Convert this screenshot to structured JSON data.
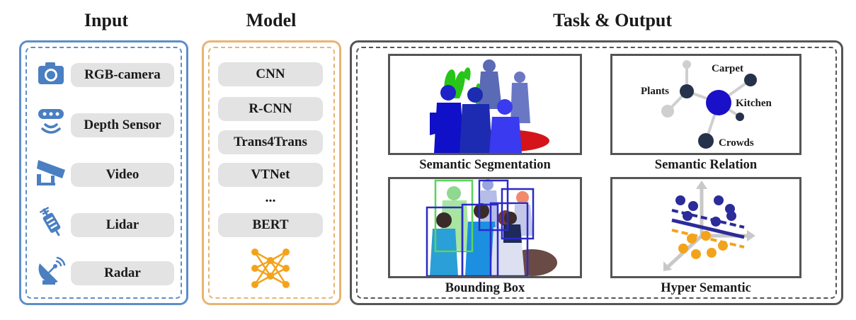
{
  "headers": {
    "input": "Input",
    "model": "Model",
    "task": "Task & Output"
  },
  "input": {
    "items": [
      {
        "label": "RGB-camera",
        "icon": "camera-icon"
      },
      {
        "label": "Depth Sensor",
        "icon": "depth-sensor-icon"
      },
      {
        "label": "Video",
        "icon": "video-camera-icon"
      },
      {
        "label": "Lidar",
        "icon": "lidar-icon"
      },
      {
        "label": "Radar",
        "icon": "radar-icon"
      }
    ]
  },
  "model": {
    "items": [
      "CNN",
      "R-CNN",
      "Trans4Trans",
      "VTNet"
    ],
    "ellipsis": "...",
    "last": "BERT",
    "icon": "neural-network-icon"
  },
  "tasks": {
    "segmentation": "Semantic Segmentation",
    "relation": "Semantic Relation",
    "bbox": "Bounding Box",
    "hyper": "Hyper Semantic",
    "relation_nodes": {
      "plants": "Plants",
      "carpet": "Carpet",
      "kitchen": "Kitchen",
      "crowds": "Crowds"
    }
  },
  "colors": {
    "input_border": "#5b8fc9",
    "model_border": "#e8b472",
    "task_border": "#555555",
    "icon_blue": "#4a7fc1",
    "node_dark": "#26324a",
    "node_blue": "#1a10c8",
    "node_grey": "#cfcfcf",
    "orange": "#f3a31b",
    "purple": "#2b2b9a"
  }
}
